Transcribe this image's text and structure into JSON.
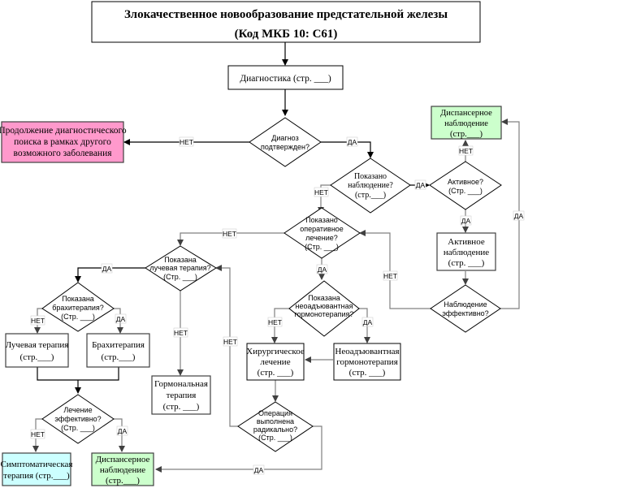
{
  "title": {
    "line1": "Злокачественное новообразование предстательной железы",
    "line2": "(Код МКБ 10: C61)"
  },
  "colors": {
    "pink": "#ff99cc",
    "green": "#ccffcc",
    "cyan": "#ccffff"
  },
  "nodes": {
    "diagnostics": [
      "Диагностика (стр. ___)"
    ],
    "continue_search": [
      "Продолжение диагностического",
      "поиска в рамках другого",
      "возможного заболевания"
    ],
    "diag_confirmed": [
      "Диагноз",
      "подтвержден?"
    ],
    "observation_indicated": [
      "Показано",
      "наблюдение?",
      "(стр.___)"
    ],
    "dispensary_top": [
      "Диспансерное",
      "наблюдение",
      "(стр.___)"
    ],
    "active_q": [
      "Активное?",
      "(Стр. ___)"
    ],
    "active_obs": [
      "Активное",
      "наблюдение",
      "(стр. ___)"
    ],
    "obs_effective": [
      "Наблюдение",
      "эффективно?"
    ],
    "surgery_indicated": [
      "Показано",
      "оперативное",
      "лечение?",
      "(Стр. ___)"
    ],
    "radiation_indicated": [
      "Показана",
      "лучевая терапия?",
      "(Стр. ___)"
    ],
    "neoadj_indicated": [
      "Показана",
      "неоадъювантная",
      "гормонотерапия?"
    ],
    "brachy_indicated": [
      "Показана",
      "брахитерапия?",
      "(Стр. ___)"
    ],
    "radiation_therapy": [
      "Лучевая терапия",
      "(стр.___)"
    ],
    "brachytherapy": [
      "Брахитерапия",
      "(стр.___)"
    ],
    "surgical_treatment": [
      "Хирургическое",
      "лечение",
      "(стр. ___)"
    ],
    "neoadj_therapy": [
      "Неоадъювантная",
      "гормонотерапия",
      "(стр. ___)"
    ],
    "hormonal_therapy": [
      "Гормональная",
      "терапия",
      "(стр. ___)"
    ],
    "treatment_effective": [
      "Лечение",
      "эффективно?",
      "(Стр. ___)"
    ],
    "radical_op": [
      "Операция",
      "выполнена",
      "радикально?",
      "(Стр. ___)"
    ],
    "symptomatic": [
      "Симптоматическая",
      "терапия (стр.___)"
    ],
    "dispensary_bottom": [
      "Диспансерное",
      "наблюдение",
      "(стр.___)"
    ]
  },
  "edge_labels": {
    "yes": "ДА",
    "no": "НЕТ"
  }
}
